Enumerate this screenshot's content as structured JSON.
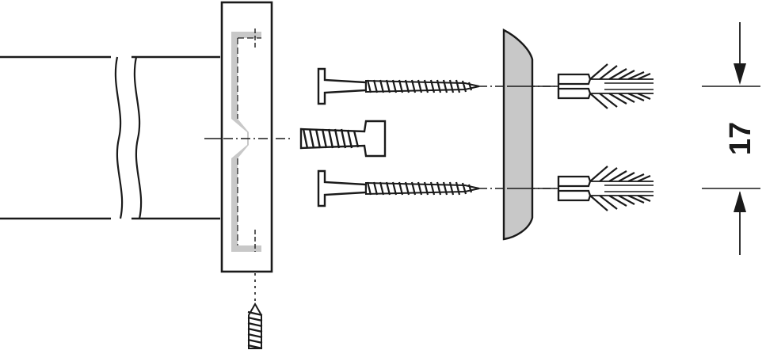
{
  "dimension": {
    "value": "17"
  },
  "colors": {
    "line": "#1a1a1a",
    "part_fill": "#c8c8c8",
    "background": "#ffffff"
  },
  "parts": [
    {
      "name": "tube",
      "icon": "tube-rail-icon"
    },
    {
      "name": "end-bracket",
      "icon": "bracket-flange-icon"
    },
    {
      "name": "cover-cap",
      "icon": "cover-cap-icon"
    },
    {
      "name": "wood-screw",
      "icon": "countersunk-screw-icon",
      "count": 2
    },
    {
      "name": "machine-screw",
      "icon": "short-screw-icon",
      "count": 1
    },
    {
      "name": "set-screw",
      "icon": "grub-screw-icon",
      "count": 1
    },
    {
      "name": "wall-plug",
      "icon": "wall-plug-icon",
      "count": 2
    }
  ]
}
